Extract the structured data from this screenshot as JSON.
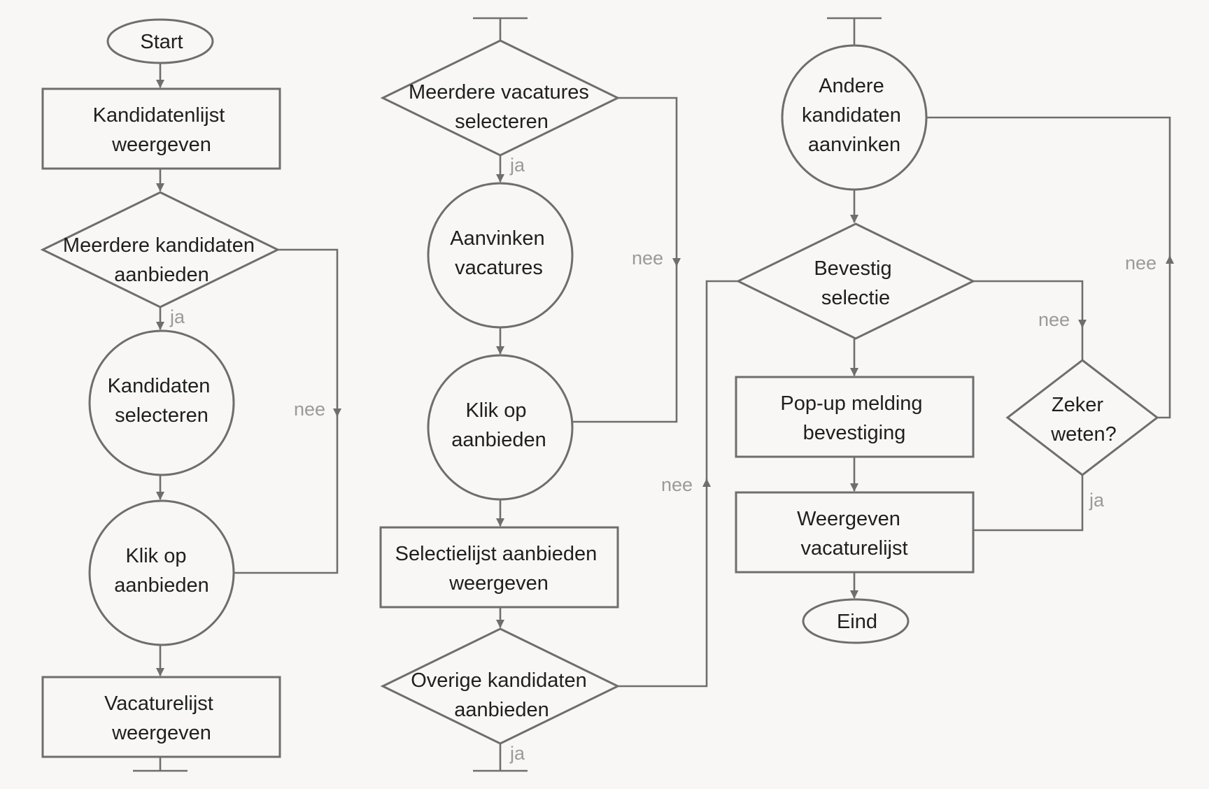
{
  "nodes": {
    "start": [
      "Start"
    ],
    "kandidatenlijst": [
      "Kandidatenlijst",
      "weergeven"
    ],
    "meerdere_kandidaten": [
      "Meerdere kandidaten",
      "aanbieden"
    ],
    "kandidaten_selecteren": [
      "Kandidaten",
      "selecteren"
    ],
    "klik_op_aanbieden_1": [
      "Klik op",
      "aanbieden"
    ],
    "vacaturelijst_weergeven": [
      "Vacaturelijst",
      "weergeven"
    ],
    "meerdere_vacatures": [
      "Meerdere vacatures",
      "selecteren"
    ],
    "aanvinken_vacatures": [
      "Aanvinken",
      "vacatures"
    ],
    "klik_op_aanbieden_2": [
      "Klik op",
      "aanbieden"
    ],
    "selectielijst": [
      "Selectielijst aanbieden",
      "weergeven"
    ],
    "overige_kandidaten": [
      "Overige kandidaten",
      "aanbieden"
    ],
    "andere_kandidaten": [
      "Andere",
      "kandidaten",
      "aanvinken"
    ],
    "bevestig_selectie": [
      "Bevestig",
      "selectie"
    ],
    "popup_melding": [
      "Pop-up melding",
      "bevestiging"
    ],
    "weergeven_vacaturelijst": [
      "Weergeven",
      "vacaturelijst"
    ],
    "eind": [
      "Eind"
    ],
    "zeker_weten": [
      "Zeker",
      "weten?"
    ]
  },
  "edge_labels": {
    "ja1": "ja",
    "nee1": "nee",
    "ja2": "ja",
    "nee2": "nee",
    "ja3": "ja",
    "nee3": "nee",
    "nee4": "nee",
    "ja4": "ja",
    "nee5": "nee"
  },
  "colors": {
    "background": "#f8f7f5",
    "stroke": "#6e6e6e",
    "text": "#1f1f1f",
    "edge_label": "#9a9a9a"
  }
}
